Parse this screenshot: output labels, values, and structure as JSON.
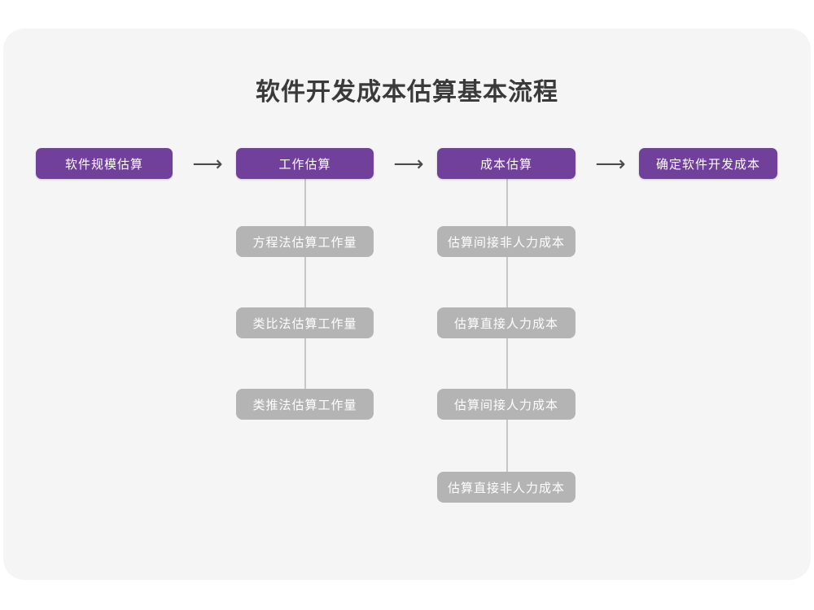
{
  "card": {
    "background_color": "#f5f5f5",
    "page_background_color": "#ffffff"
  },
  "title": "软件开发成本估算基本流程",
  "colors": {
    "primary": "#70409a",
    "secondary": "#b4b4b4",
    "connector": "#c7c7c7",
    "title_text": "#3a3a3a",
    "node_text": "#ffffff",
    "arrow": "#4a4a4a"
  },
  "arrows": {
    "glyph": "⟶",
    "items": [
      {
        "name": "arrow-1"
      },
      {
        "name": "arrow-2"
      },
      {
        "name": "arrow-3"
      }
    ]
  },
  "flow": {
    "stages": [
      {
        "id": "stage-1",
        "label": "软件规模估算",
        "substeps": []
      },
      {
        "id": "stage-2",
        "label": "工作估算",
        "substeps": [
          "方程法估算工作量",
          "类比法估算工作量",
          "类推法估算工作量"
        ]
      },
      {
        "id": "stage-3",
        "label": "成本估算",
        "substeps": [
          "估算间接非人力成本",
          "估算直接人力成本",
          "估算间接人力成本",
          "估算直接非人力成本"
        ]
      },
      {
        "id": "stage-4",
        "label": "确定软件开发成本",
        "substeps": []
      }
    ]
  },
  "chart_data": {
    "type": "diagram",
    "title": "软件开发成本估算基本流程",
    "diagram_kind": "horizontal-flowchart-with-vertical-branches",
    "main_sequence": [
      "软件规模估算",
      "工作估算",
      "成本估算",
      "确定软件开发成本"
    ],
    "branches": {
      "工作估算": [
        "方程法估算工作量",
        "类比法估算工作量",
        "类推法估算工作量"
      ],
      "成本估算": [
        "估算间接非人力成本",
        "估算直接人力成本",
        "估算间接人力成本",
        "估算直接非人力成本"
      ]
    }
  }
}
